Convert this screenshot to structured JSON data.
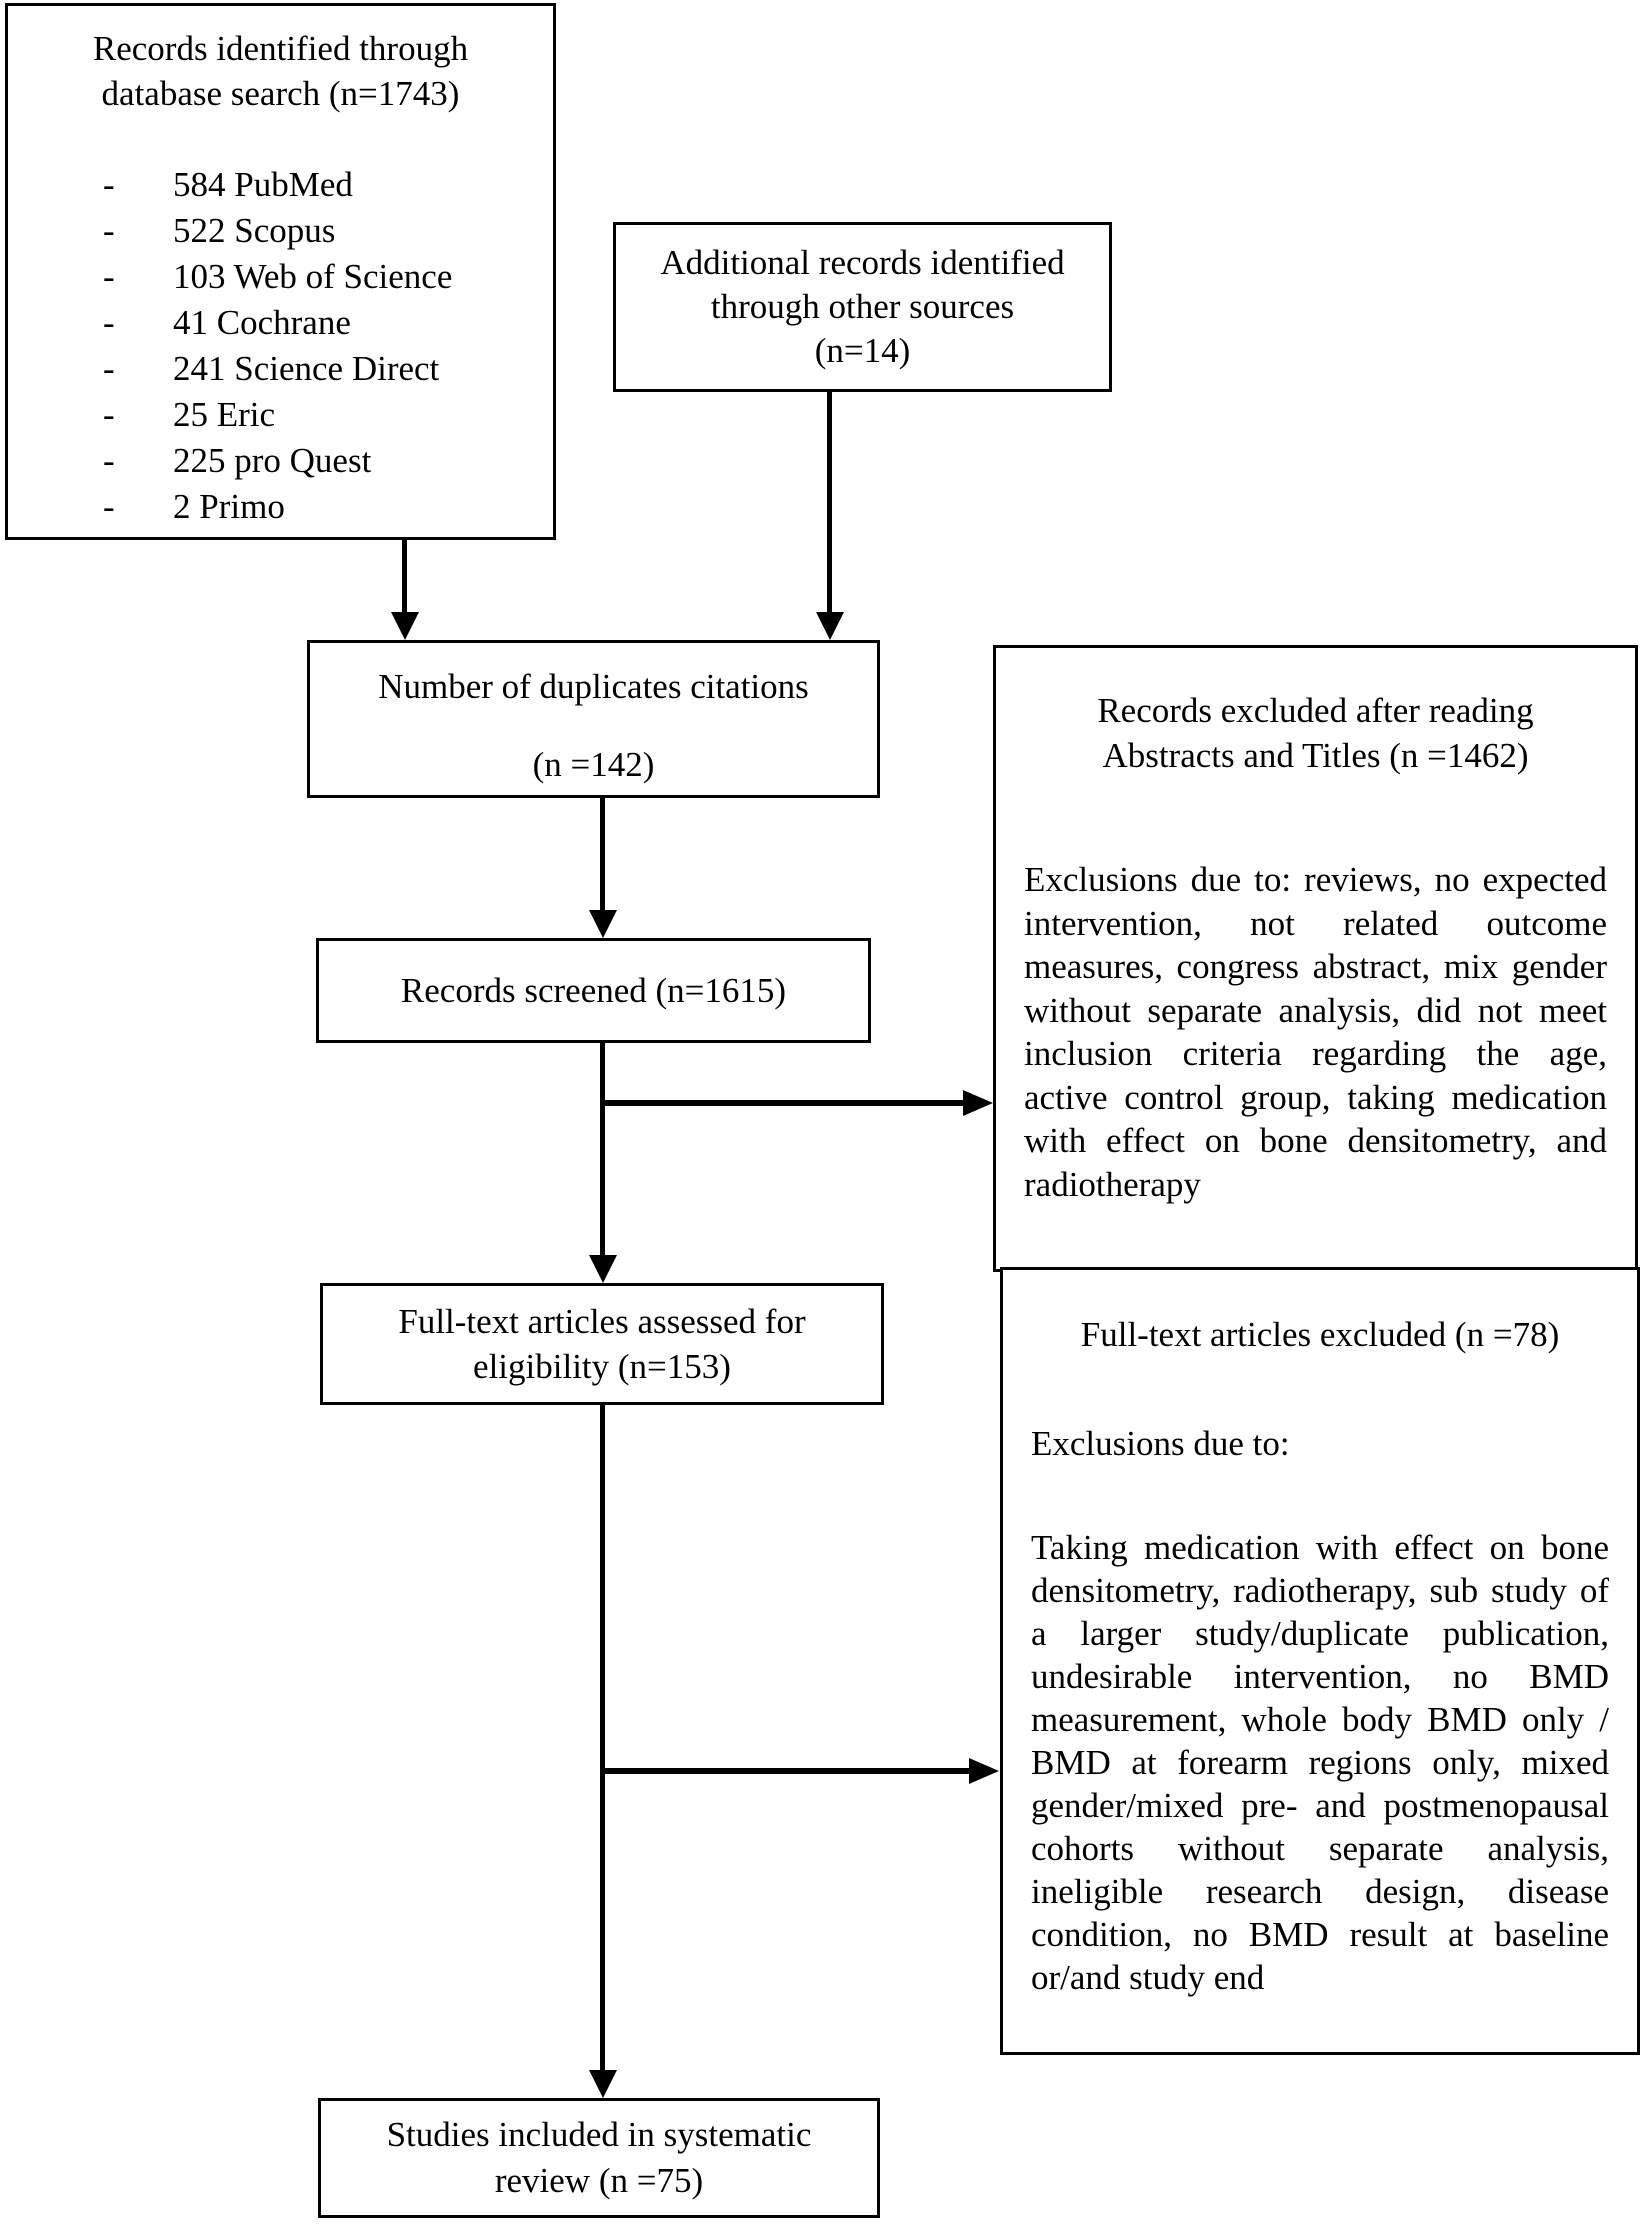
{
  "diagram_title": "PRISMA-style study selection flow diagram",
  "colors": {
    "line": "#000000",
    "background": "#ffffff",
    "text": "#000000"
  },
  "boxes": {
    "identification": {
      "title_line1": "Records identified through",
      "title_line2": "database search (n=1743)",
      "bullet": "-",
      "items": [
        "584 PubMed",
        "522 Scopus",
        "103 Web of Science",
        "41 Cochrane",
        "241 Science Direct",
        "25 Eric",
        "225 pro Quest",
        "2 Primo"
      ]
    },
    "additional": {
      "line1": "Additional records identified",
      "line2": "through other sources",
      "line3": "(n=14)"
    },
    "duplicates": {
      "line1": "Number of duplicates citations",
      "line2": "(n =142)"
    },
    "screened": {
      "label": "Records screened (n=1615)"
    },
    "excluded_abstracts": {
      "title_line1": "Records excluded after reading",
      "title_line2": "Abstracts and Titles (n =1462)",
      "body": "Exclusions due to: reviews, no expected intervention, not related outcome measures, congress abstract, mix gender without separate analysis, did not meet inclusion criteria regarding the age, active control group, taking medication with effect on bone densitometry, and radiotherapy"
    },
    "fulltext_assessed": {
      "line1": "Full-text articles assessed for",
      "line2": "eligibility (n=153)"
    },
    "fulltext_excluded": {
      "title": "Full-text articles excluded (n =78)",
      "subtitle": "Exclusions due to:",
      "body": "Taking medication with effect on bone densitometry, radiotherapy, sub study of a larger study/duplicate publication, undesirable intervention, no BMD measurement, whole body BMD only / BMD at forearm regions only, mixed gender/mixed pre- and postmenopausal cohorts without separate analysis, ineligible research design, disease condition, no BMD result at baseline or/and study end"
    },
    "included": {
      "line1": "Studies included in systematic",
      "line2": "review (n =75)"
    }
  }
}
